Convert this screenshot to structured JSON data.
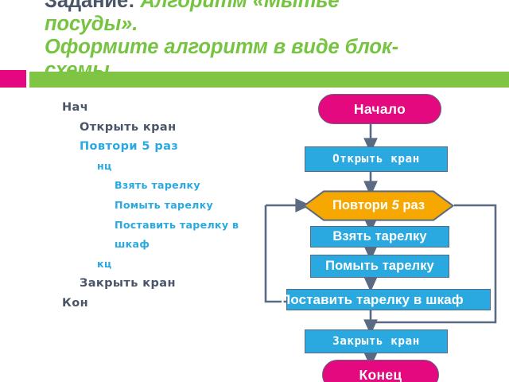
{
  "slide": {
    "background": "#ffffff",
    "title": {
      "lead": "Задание:",
      "green_line1": " Алгоритм «Мытье",
      "green_line2": "посуды».",
      "green_line3": "Оформите алгоритм в виде блок-",
      "green_line4": "схемы."
    },
    "decor": {
      "pink_block_color": "#e5077f",
      "green_bar_color": "#80c443"
    }
  },
  "algorithm_text": {
    "lines": [
      {
        "text": "Нач",
        "color": "gray",
        "indent": 0,
        "size": "normal"
      },
      {
        "text": "Открыть кран",
        "color": "gray",
        "indent": 1,
        "size": "normal"
      },
      {
        "text": "Повтори 5 раз",
        "color": "cyan",
        "indent": 1,
        "size": "normal"
      },
      {
        "text": "нц",
        "color": "cyan",
        "indent": 2,
        "size": "small"
      },
      {
        "text": "Взять тарелку",
        "color": "cyan",
        "indent": 3,
        "size": "small"
      },
      {
        "text": "Помыть тарелку",
        "color": "cyan",
        "indent": 3,
        "size": "small"
      },
      {
        "text": "Поставить тарелку в шкаф",
        "color": "cyan",
        "indent": 3,
        "size": "small"
      },
      {
        "text": "кц",
        "color": "cyan",
        "indent": 2,
        "size": "small"
      },
      {
        "text": "Закрыть кран",
        "color": "gray",
        "indent": 1,
        "size": "normal"
      },
      {
        "text": "Кон",
        "color": "gray",
        "indent": 0,
        "size": "normal"
      }
    ]
  },
  "flowchart": {
    "colors": {
      "terminator": "#e5097f",
      "process": "#29a9e0",
      "loop": "#f7a800",
      "outline": "#5a6a82",
      "connector": "#5a6a82",
      "label": "#ffffff"
    },
    "nodes": {
      "start": {
        "label": "Начало",
        "shape": "pill"
      },
      "open_tap": {
        "label": "Открыть кран",
        "shape": "rect"
      },
      "repeat": {
        "label_before": "Повтори ",
        "count": "5",
        "label_after": " раз",
        "shape": "hexagon"
      },
      "take_plate": {
        "label": "Взять тарелку",
        "shape": "rect"
      },
      "wash_plate": {
        "label": "Помыть тарелку",
        "shape": "rect"
      },
      "put_plate": {
        "label": "Поставить тарелку в шкаф",
        "shape": "rect"
      },
      "close_tap": {
        "label": "Закрыть кран",
        "shape": "rect"
      },
      "end": {
        "label": "Конец",
        "shape": "pill"
      }
    }
  }
}
